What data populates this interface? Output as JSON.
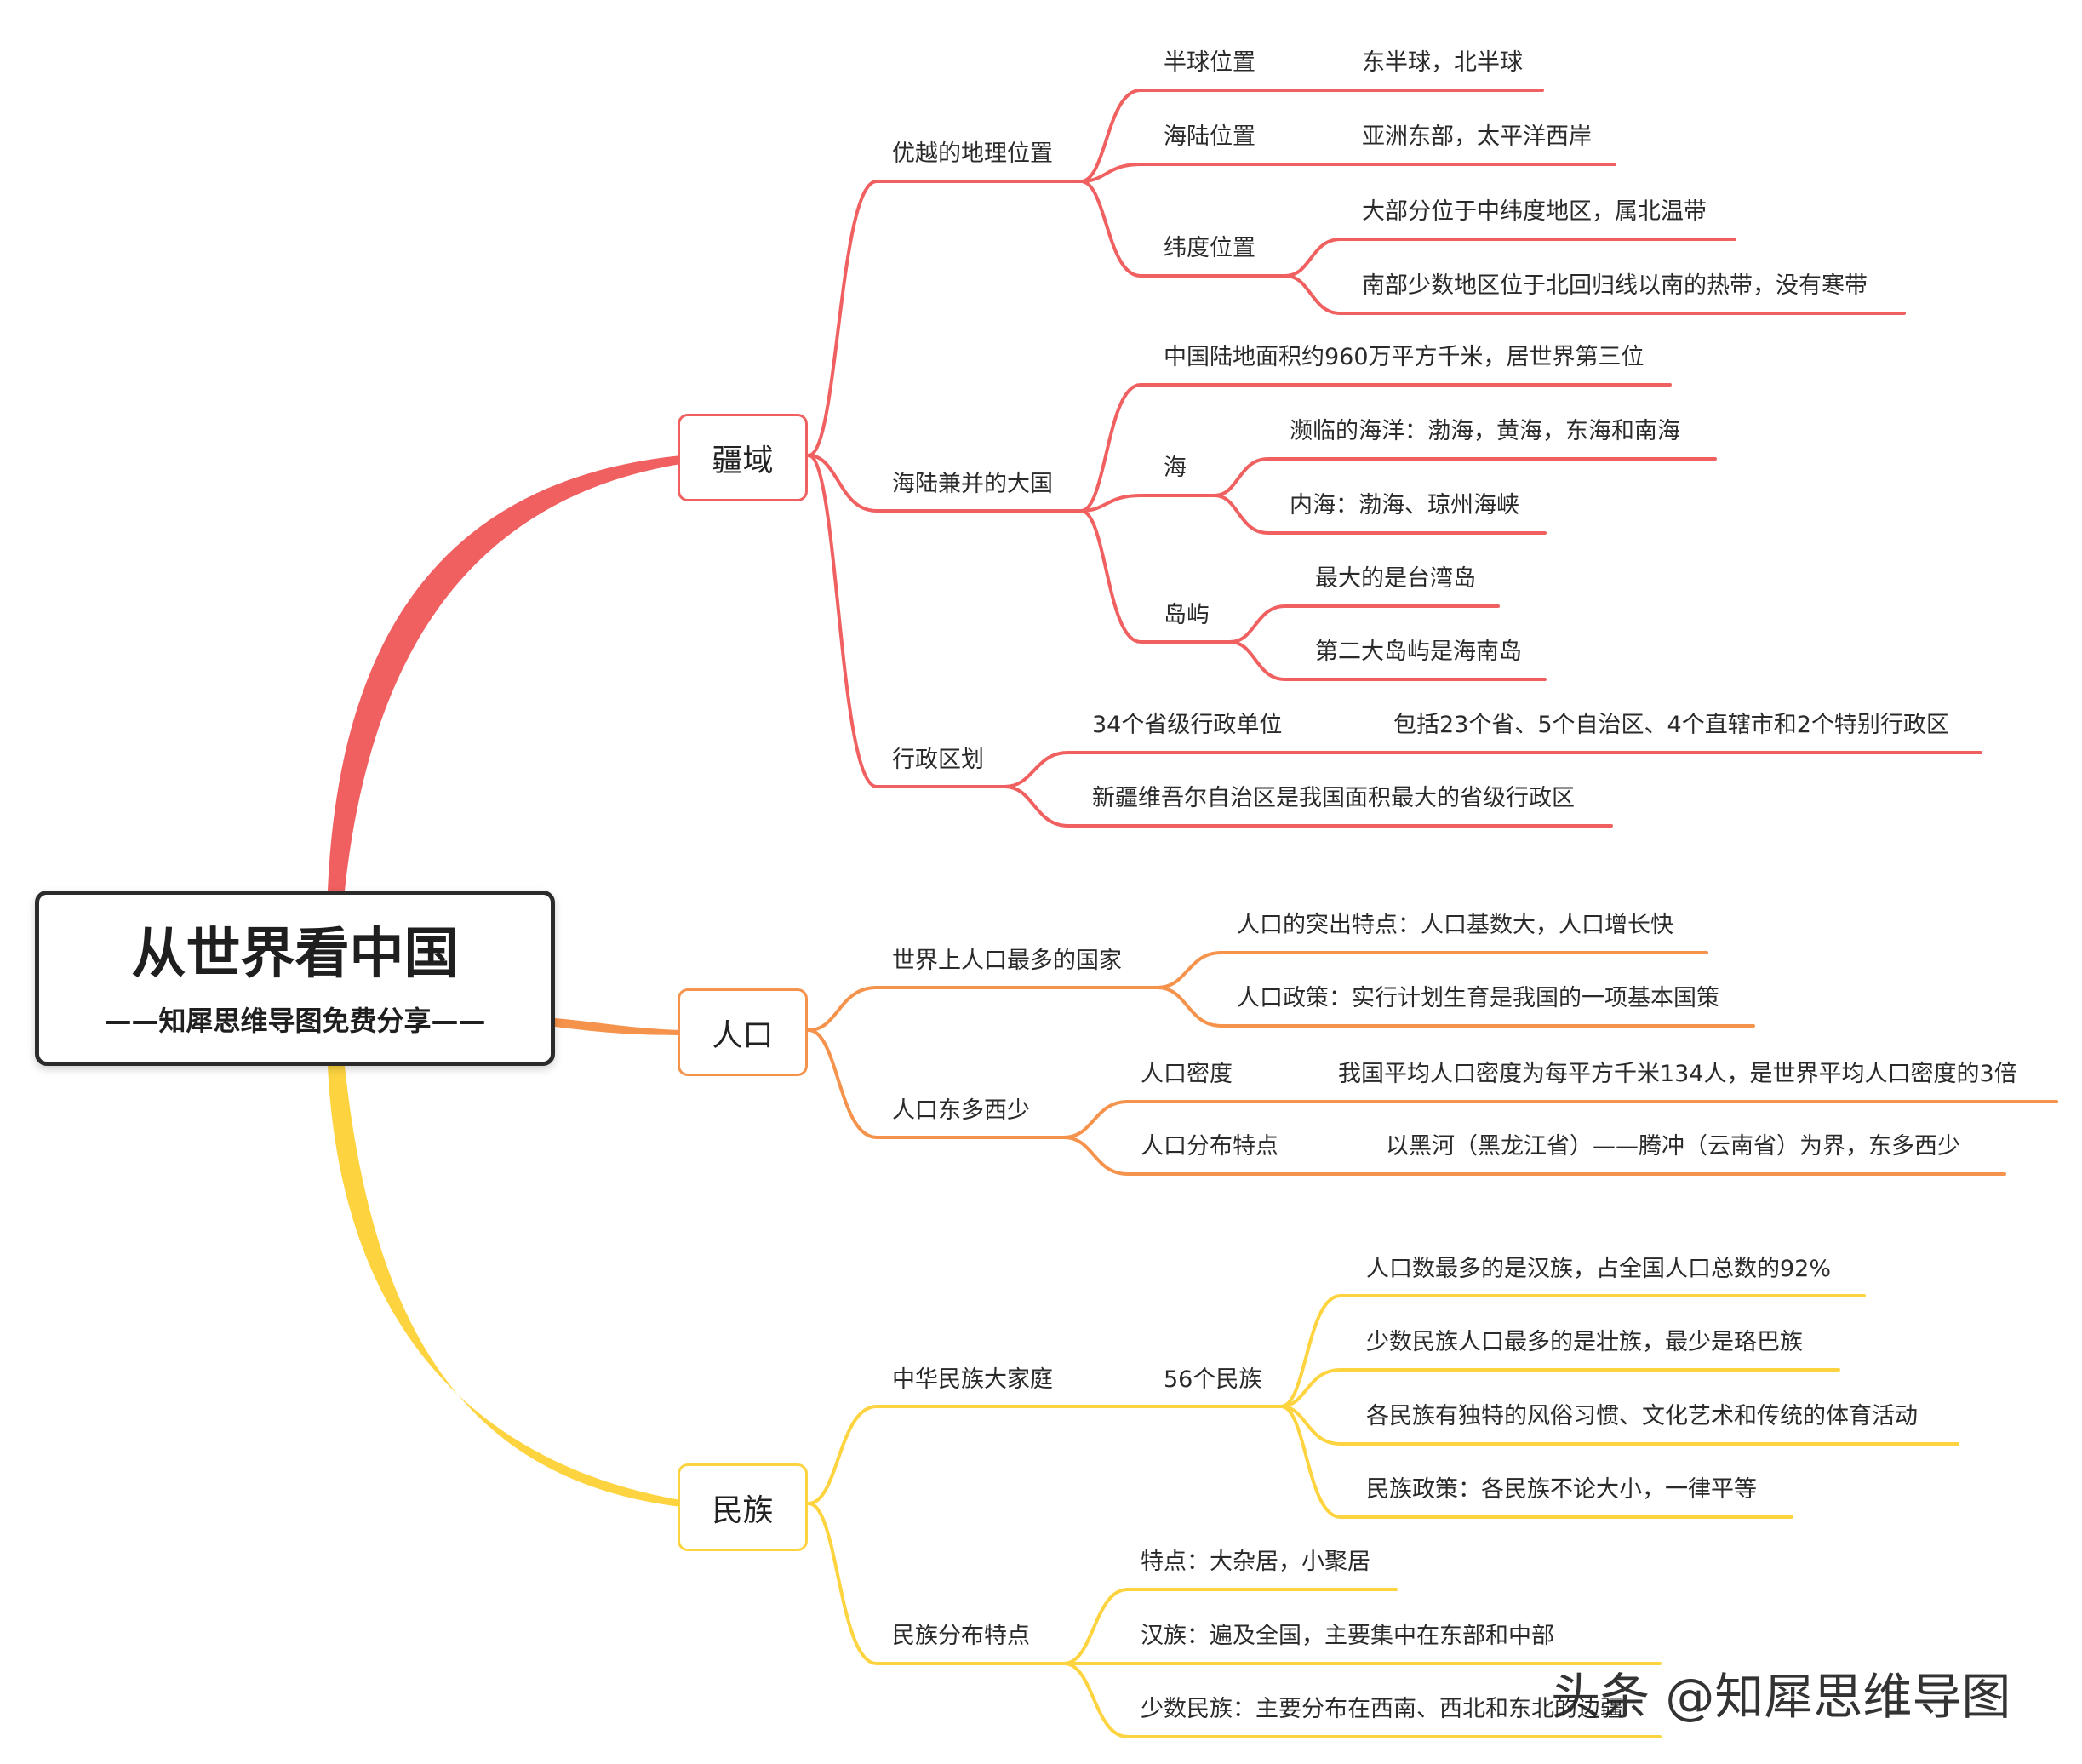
{
  "root": {
    "title": "从世界看中国",
    "subtitle": "——知犀思维导图免费分享——"
  },
  "colors": {
    "territory": "#f06060",
    "population": "#f5934c",
    "ethnic": "#fdd440",
    "root_border": "#2b2b2b"
  },
  "territory": {
    "label": "疆域",
    "geo_position": {
      "label": "优越的地理位置",
      "hemisphere": {
        "label": "半球位置",
        "value": "东半球，北半球"
      },
      "land_sea": {
        "label": "海陆位置",
        "value": "亚洲东部，太平洋西岸"
      },
      "latitude": {
        "label": "纬度位置",
        "items": [
          "大部分位于中纬度地区，属北温带",
          "南部少数地区位于北回归线以南的热带，没有寒带"
        ]
      }
    },
    "land_sea_country": {
      "label": "海陆兼并的大国",
      "area": "中国陆地面积约960万平方千米，居世界第三位",
      "sea": {
        "label": "海",
        "items": [
          "濒临的海洋：渤海，黄海，东海和南海",
          "内海：渤海、琼州海峡"
        ]
      },
      "islands": {
        "label": "岛屿",
        "items": [
          "最大的是台湾岛",
          "第二大岛屿是海南岛"
        ]
      }
    },
    "admin": {
      "label": "行政区划",
      "provincial": {
        "label": "34个省级行政单位",
        "value": "包括23个省、5个自治区、4个直辖市和2个特别行政区"
      },
      "largest": "新疆维吾尔自治区是我国面积最大的省级行政区"
    }
  },
  "population": {
    "label": "人口",
    "most_populous": {
      "label": "世界上人口最多的国家",
      "items": [
        "人口的突出特点：人口基数大，人口增长快",
        "人口政策：实行计划生育是我国的一项基本国策"
      ]
    },
    "east_west": {
      "label": "人口东多西少",
      "density": {
        "label": "人口密度",
        "value": "我国平均人口密度为每平方千米134人，是世界平均人口密度的3倍"
      },
      "distribution": {
        "label": "人口分布特点",
        "value": "以黑河（黑龙江省）——腾冲（云南省）为界，东多西少"
      }
    }
  },
  "ethnic": {
    "label": "民族",
    "family": {
      "label": "中华民族大家庭",
      "count": {
        "label": "56个民族",
        "items": [
          "人口数最多的是汉族，占全国人口总数的92%",
          "少数民族人口最多的是壮族，最少是珞巴族",
          "各民族有独特的风俗习惯、文化艺术和传统的体育活动",
          "民族政策：各民族不论大小，一律平等"
        ]
      }
    },
    "distribution": {
      "label": "民族分布特点",
      "items": [
        "特点：大杂居，小聚居",
        "汉族：遍及全国，主要集中在东部和中部",
        "少数民族：主要分布在西南、西北和东北的边疆"
      ]
    }
  },
  "watermark": "头条 @知犀思维导图"
}
